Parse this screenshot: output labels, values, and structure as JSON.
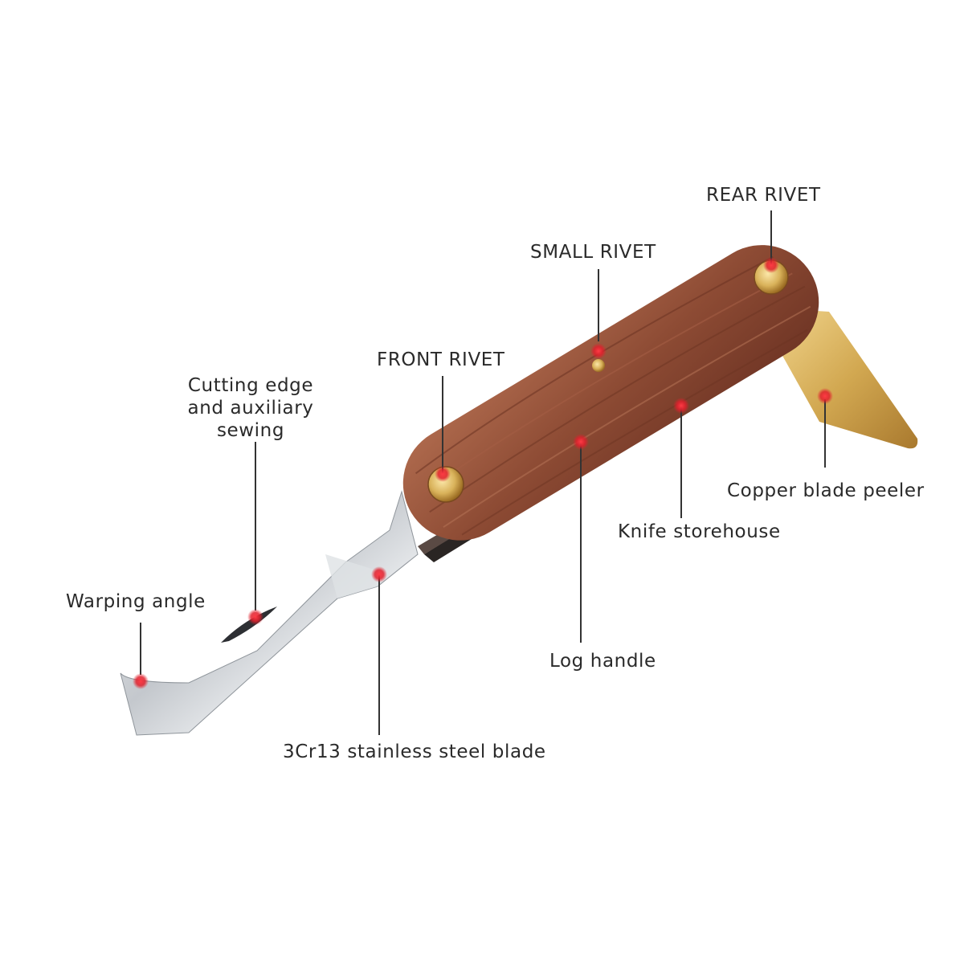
{
  "labels": {
    "rear_rivet": "REAR RIVET",
    "small_rivet": "SMALL RIVET",
    "front_rivet": "FRONT RIVET",
    "cutting_edge": [
      "Cutting edge",
      "and auxiliary",
      "sewing"
    ],
    "copper_blade_peeler": "Copper blade peeler",
    "knife_storehouse": "Knife storehouse",
    "warping_angle": "Warping angle",
    "log_handle": "Log handle",
    "blade": "3Cr13 stainless steel blade"
  },
  "colors": {
    "marker": "#e0202c",
    "leader": "#333333",
    "wood": "#8a4a35",
    "steel": "#c9cdd2",
    "brass": "#d9b25a"
  }
}
